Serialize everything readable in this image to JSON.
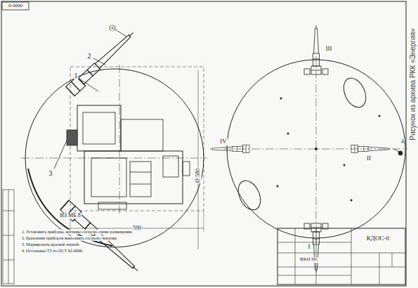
{
  "diagram": {
    "labels": [
      "Рисунок из архива РКК «Энергия»",
      "0-0000",
      "1",
      "2",
      "3",
      "4",
      "Ø 580",
      "590",
      "ИЗ МБ 8",
      "I",
      "II",
      "III",
      "IV",
      "4",
      "КДОС-0",
      "ВКП ПС",
      "1. Установить приборы, антенны согласно схеме размещения.",
      "2. Крепление приборов выполнить согласно чертежу.",
      "3. Маркировать краской черной.",
      "4. Остальные ТТ по ОСТ 92-0000."
    ]
  }
}
